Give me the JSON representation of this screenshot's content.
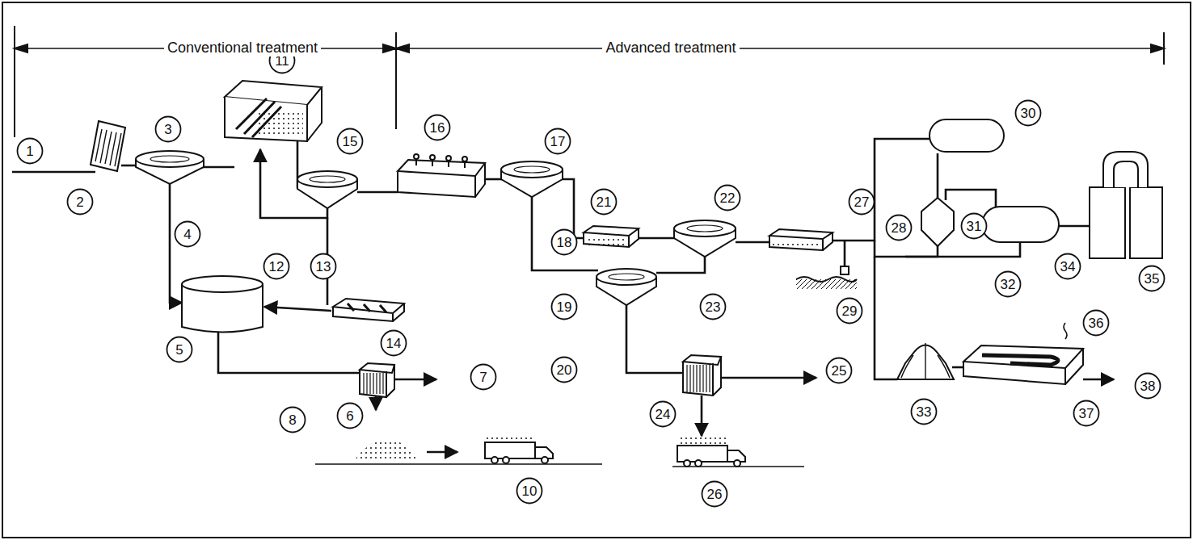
{
  "diagram": {
    "nodes": [
      {
        "text": [
          "1"
        ]
      },
      {
        "text": [
          "2"
        ]
      },
      {
        "text": [
          "3"
        ]
      },
      {
        "text": [
          "4"
        ]
      },
      {
        "text": [
          "5"
        ]
      },
      {
        "text": [
          "6"
        ]
      },
      {
        "text": [
          "7"
        ]
      },
      {
        "text": [
          "8"
        ]
      },
      {
        "text": [
          "10"
        ]
      },
      {
        "text": [
          "11"
        ]
      },
      {
        "text": [
          "12"
        ]
      },
      {
        "text": [
          "13"
        ]
      },
      {
        "text": [
          "14"
        ]
      },
      {
        "text": [
          "15"
        ]
      },
      {
        "text": [
          "16"
        ]
      },
      {
        "text": [
          "17"
        ]
      },
      {
        "text": [
          "18"
        ]
      },
      {
        "text": [
          "19"
        ]
      },
      {
        "text": [
          "20"
        ]
      },
      {
        "text": [
          "21"
        ]
      },
      {
        "text": [
          "22"
        ]
      },
      {
        "text": [
          "23"
        ]
      },
      {
        "text": [
          "24"
        ]
      },
      {
        "text": [
          "25"
        ]
      },
      {
        "text": [
          "26"
        ]
      },
      {
        "text": [
          "27"
        ]
      },
      {
        "text": [
          "28"
        ]
      },
      {
        "text": [
          "29"
        ]
      },
      {
        "text": [
          "30"
        ]
      },
      {
        "text": [
          "31"
        ]
      },
      {
        "text": [
          "32"
        ]
      },
      {
        "text": [
          "33"
        ]
      },
      {
        "text": [
          "34"
        ]
      },
      {
        "text": [
          "35"
        ]
      },
      {
        "text": [
          "36"
        ]
      },
      {
        "text": [
          "37"
        ]
      },
      {
        "text": [
          "38"
        ]
      }
    ],
    "labels": [
      "Conventional treatment",
      "Advanced treatment"
    ]
  }
}
